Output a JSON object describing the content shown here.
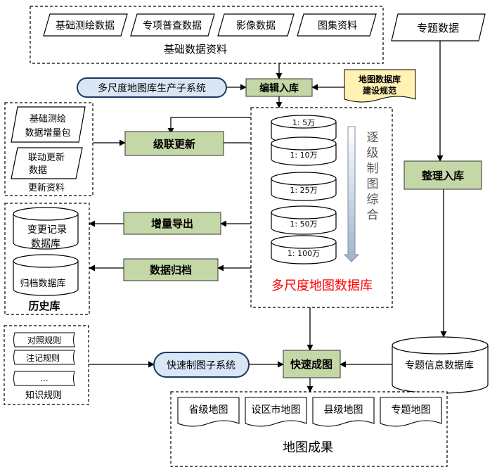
{
  "basic": {
    "items": [
      "基础测绘数据",
      "专项普查数据",
      "影像数据",
      "图集资料"
    ],
    "title": "基础数据资料"
  },
  "thematic_data": "专题数据",
  "subsystem_prod": "多尺度地图库生产子系统",
  "edit_store": "编辑入库",
  "spec": {
    "line1": "地图数据库",
    "line2": "建设规范"
  },
  "update": {
    "item1_line1": "基础测绘",
    "item1_line2": "数据增量包",
    "item2_line1": "联动更新",
    "item2_line2": "数据",
    "title": "更新资料"
  },
  "cascade_update": "级联更新",
  "increment_export": "增量导出",
  "data_archive": "数据归档",
  "history": {
    "db1_line1": "变更记录",
    "db1_line2": "数据库",
    "db2": "归档数据库",
    "title": "历史库"
  },
  "scales": [
    "1: 5万",
    "1: 10万",
    "1: 25万",
    "1: 50万",
    "1: 100万"
  ],
  "generalization": [
    "逐",
    "级",
    "制",
    "图",
    "综",
    "合"
  ],
  "multiscale_db": "多尺度地图数据库",
  "organize_store": "整理入库",
  "thematic_db": "专题信息数据库",
  "knowledge": {
    "items": [
      "对照规则",
      "注记规则",
      "..."
    ],
    "title": "知识规则"
  },
  "quick_subsystem": "快速制图子系统",
  "quick_map": "快速成图",
  "results": {
    "items": [
      "省级地图",
      "设区市地图",
      "县级地图",
      "专题地图"
    ],
    "title": "地图成果"
  },
  "colors": {
    "green": "#c4d7a6",
    "blue_fill": "#d9e6f5",
    "blue_stroke": "#1f3864",
    "yellow": "#fff2b3",
    "red": "#ff0000"
  }
}
